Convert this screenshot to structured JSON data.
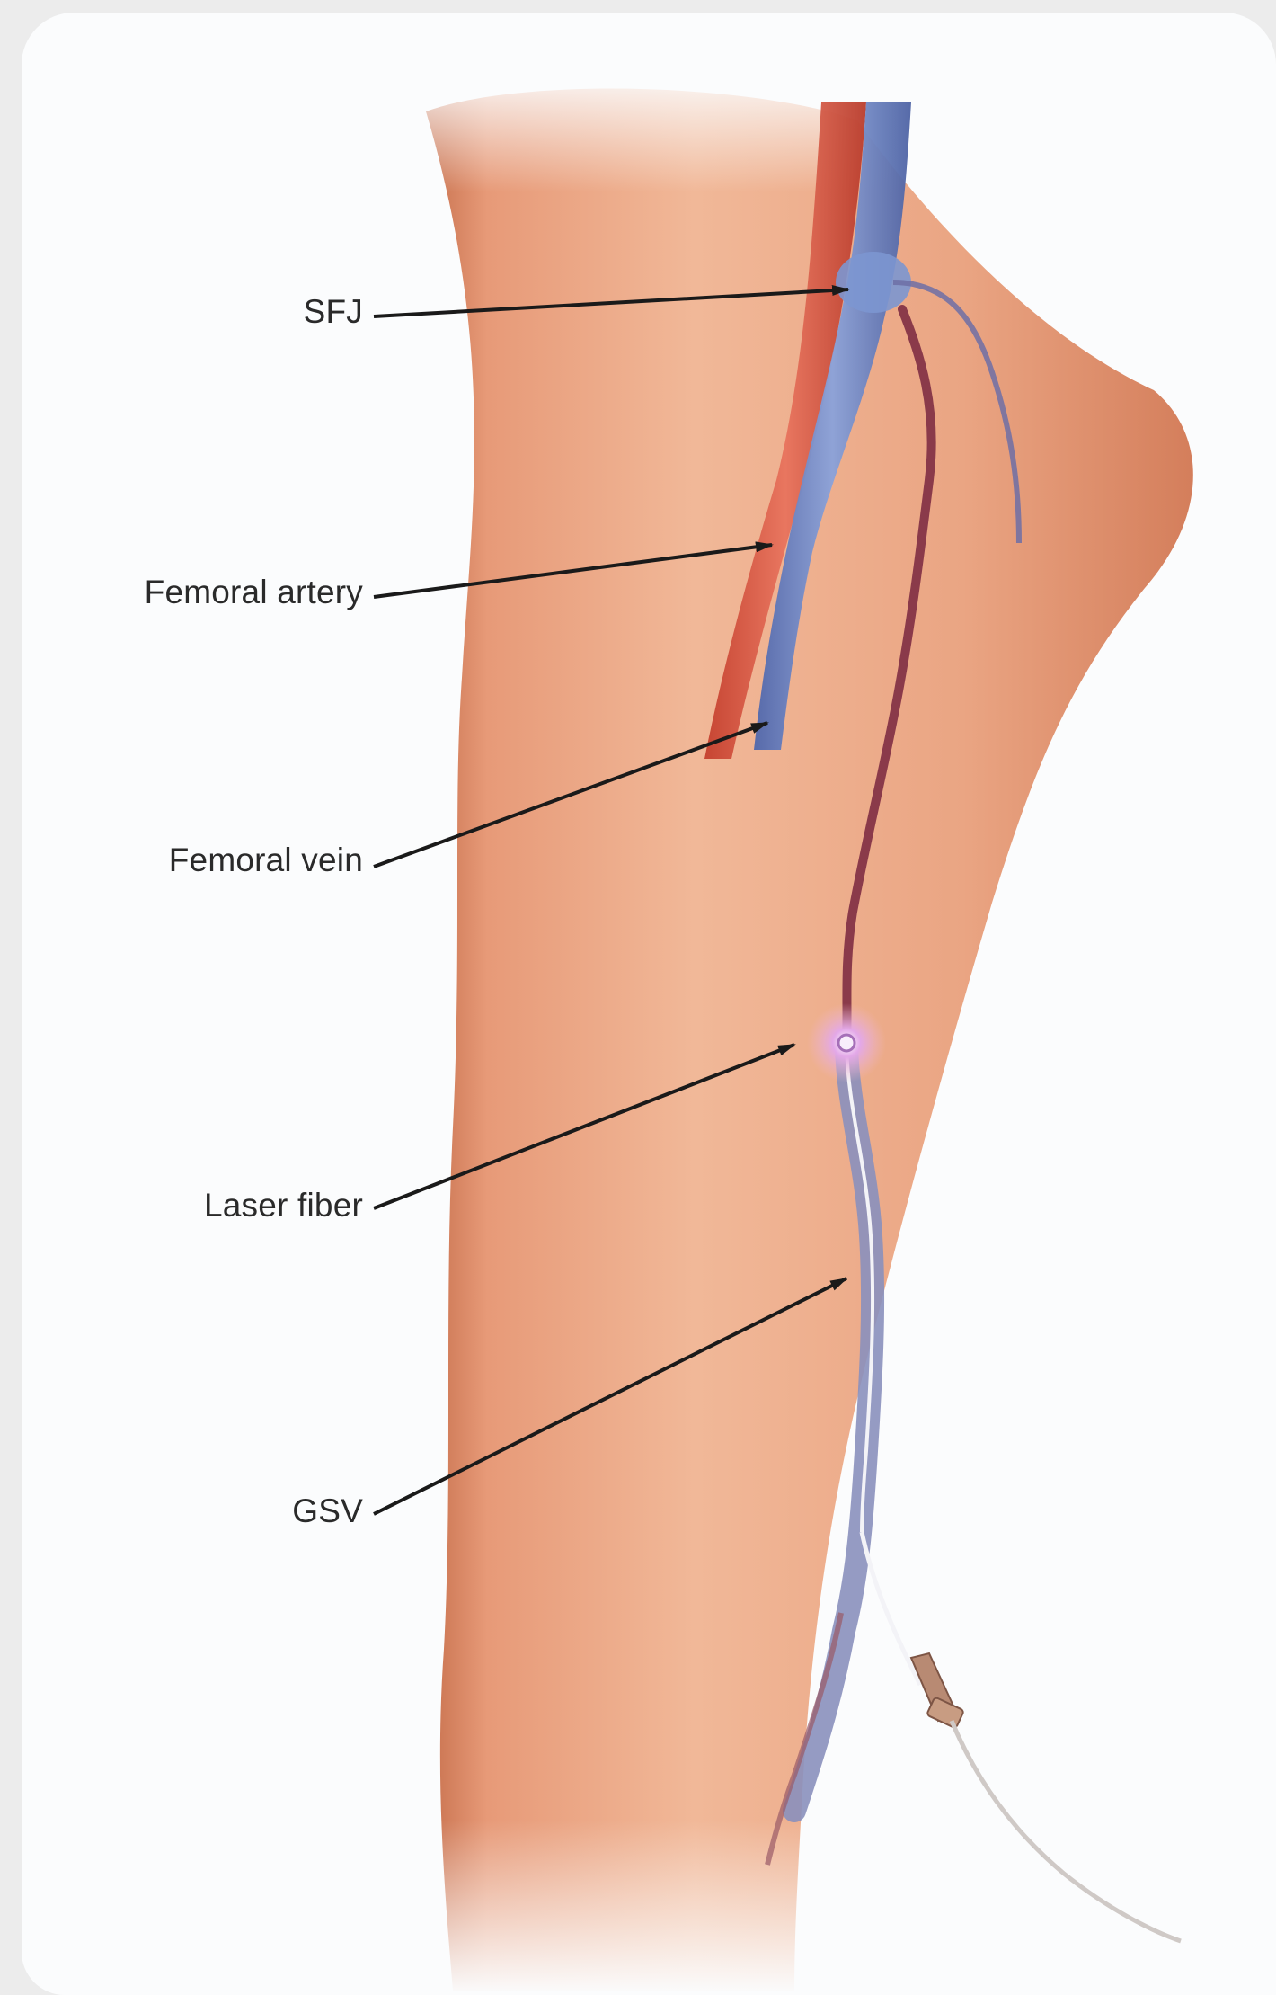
{
  "diagram": {
    "labels": {
      "sfj": "SFJ",
      "femoral_artery": "Femoral artery",
      "femoral_vein": "Femoral vein",
      "laser_fiber": "Laser fiber",
      "gsv": "GSV"
    },
    "colors": {
      "skin_light": "#f3c3a8",
      "skin_mid": "#e29a78",
      "skin_dark": "#c9734f",
      "artery": "#d9553f",
      "vein": "#6e86c4",
      "gsv_vessel": "#8a3a4a",
      "laser_glow": "#d08fd0",
      "arrow": "#1a1a1a"
    }
  }
}
